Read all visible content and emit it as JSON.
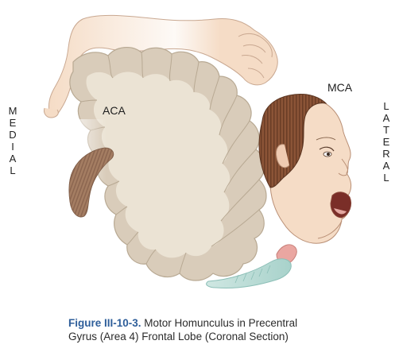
{
  "labels": {
    "medial": "MEDIAL",
    "lateral": "LATERAL",
    "aca": "ACA",
    "mca": "MCA"
  },
  "caption": {
    "figure_number": "Figure III-10-3.",
    "line1": " Motor Homunculus in Precentral",
    "line2": "Gyrus (Area 4) Frontal Lobe (Coronal Section)"
  },
  "colors": {
    "cortex": "#d9ccba",
    "white_matter": "#ebe3d4",
    "skin": "#f5dcc6",
    "hair": "#7a4a30",
    "figure_number": "#2e5e9a",
    "caption_text": "#2b2b2b"
  }
}
